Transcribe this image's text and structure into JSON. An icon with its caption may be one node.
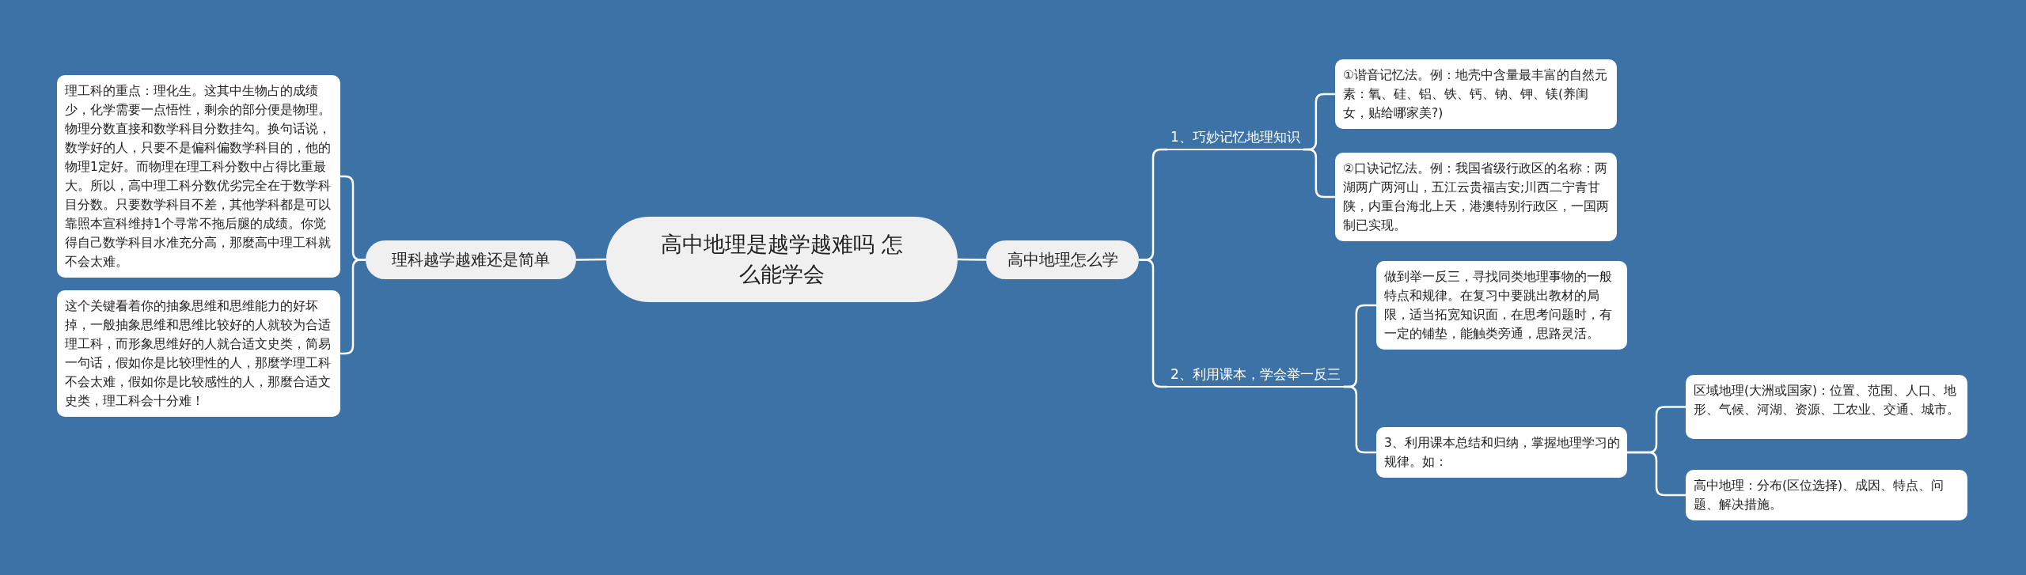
{
  "diagram": {
    "nodes": [
      {
        "text": [
          "高中地理是越学越难吗 怎么能学会"
        ]
      },
      {
        "text": [
          "理科越学越难还是简单"
        ]
      },
      {
        "text": [
          "理工科的重点：理化生。这其中生物占的成绩少，化学需要一点悟性，剩余的部分便是物理。物理分数直接和数学科目分数挂勾。换句话说，数学好的人，只要不是偏科偏数学科目的，他的物理1定好。而物理在理工科分数中占得比重最大。所以，高中理工科分数优劣完全在于数学科目分数。只要数学科目不差，其他学科都是可以靠照本宣科维持1个寻常不拖后腿的成绩。你觉得自己数学科目水准充分高，那麼高中理工科就不会太难。"
        ]
      },
      {
        "text": [
          "这个关键看着你的抽象思维和思维能力的好坏掉，一般抽象思维和思维比较好的人就较为合适理工科，而形象思维好的人就合适文史类，简易一句话，假如你是比较理性的人，那麼学理工科不会太难，假如你是比较感性的人，那麼合适文史类，理工科会十分难！"
        ]
      },
      {
        "text": [
          "高中地理怎么学"
        ]
      },
      {
        "text": [
          "1、巧妙记忆地理知识"
        ]
      },
      {
        "text": [
          "①谐音记忆法。例：地壳中含量最丰富的自然元素：氧、硅、铝、铁、钙、钠、钾、镁(养闺女，贴给哪家美?)"
        ]
      },
      {
        "text": [
          "②口诀记忆法。例：我国省级行政区的名称：两湖两广两河山，五江云贵福吉安;川西二宁青甘陕，内重台海北上天，港澳特别行政区，一国两制已实现。"
        ]
      },
      {
        "text": [
          "2、利用课本，学会举一反三"
        ]
      },
      {
        "text": [
          "做到举一反三，寻找同类地理事物的一般特点和规律。在复习中要跳出教材的局限，适当拓宽知识面，在思考问题时，有一定的铺垫，能触类旁通，思路灵活。"
        ]
      },
      {
        "text": [
          "3、利用课本总结和归纳，掌握地理学习的规律。如："
        ]
      },
      {
        "text": [
          "区域地理(大洲或国家)：位置、范围、人口、地形、气候、河湖、资源、工农业、交通、城市。"
        ]
      },
      {
        "text": [
          "高中地理：分布(区位选择)、成因、特点、问题、解决措施。"
        ]
      }
    ],
    "edges": [
      {
        "from": 0,
        "to": 1,
        "arrow": "none"
      },
      {
        "from": 1,
        "to": 2,
        "arrow": "none"
      },
      {
        "from": 1,
        "to": 3,
        "arrow": "none"
      },
      {
        "from": 0,
        "to": 4,
        "arrow": "none"
      },
      {
        "from": 4,
        "to": 5,
        "arrow": "none"
      },
      {
        "from": 5,
        "to": 6,
        "arrow": "none"
      },
      {
        "from": 5,
        "to": 7,
        "arrow": "none"
      },
      {
        "from": 4,
        "to": 8,
        "arrow": "none"
      },
      {
        "from": 8,
        "to": 9,
        "arrow": "none"
      },
      {
        "from": 8,
        "to": 10,
        "arrow": "none"
      },
      {
        "from": 10,
        "to": 11,
        "arrow": "none"
      },
      {
        "from": 10,
        "to": 12,
        "arrow": "none"
      }
    ]
  }
}
